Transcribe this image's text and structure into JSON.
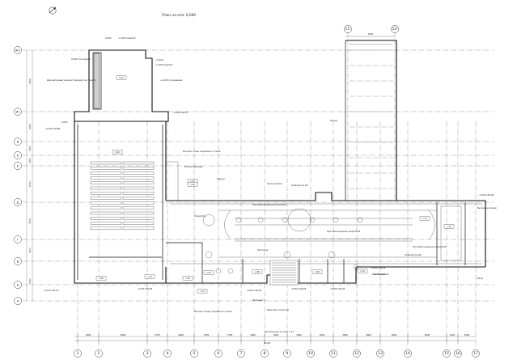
{
  "title": "План на отм. 0,000",
  "grid": {
    "vertical": [
      "1",
      "2",
      "3",
      "4",
      "5",
      "6",
      "7",
      "8",
      "9",
      "10",
      "11",
      "12",
      "13",
      "14",
      "15",
      "16",
      "17"
    ],
    "top_vertical": [
      "11'",
      "12'"
    ],
    "horizontal": [
      "Ж1",
      "И1",
      "И",
      "К",
      "Е",
      "Д",
      "Г",
      "В",
      "Б",
      "А"
    ]
  },
  "dimensions": {
    "bottom": [
      "3900",
      "6000",
      "2750",
      "4000",
      "3500",
      "3700",
      "3000",
      "3000",
      "3000",
      "3000",
      "3000",
      "3000",
      "3600",
      "5000",
      "1900",
      "2500"
    ],
    "total": "60100",
    "left": [
      "6900",
      "4050",
      "1600",
      "3300",
      "6070",
      "5000",
      "3100",
      "5000"
    ],
    "top_span": "6100"
  },
  "annotations": {
    "level_0": "0,000",
    "parapet_1000": "+1,000 парапет",
    "level_1000_top": "+1,000",
    "parapet_1000b": "+1,000 парапет",
    "level_top_floor": "+1,000 ограждение",
    "roof_note": "0,000 отм.кровли",
    "decor_note": "Декоративный элемент фасада (см. проект)",
    "level_m0200": "-0,200 149,80",
    "level_m0250": "-0,250 149,75",
    "level_m0570": "-0,570 149,43",
    "level_m0150": "-0,150 149,85",
    "level_m0100": "-0,100 149,90",
    "level_m0050": "-0,050 149,95",
    "level_m0060": "-0,060 149,94",
    "level_m0800": "-0,800 149,20",
    "level_m0750": "-0,750 149,25",
    "level_m0450": "-0,450 149,55",
    "ref_0000": "0,000",
    "inv_note": "Монтаж стены подземного этажа",
    "lift_note": "Лестница №3",
    "parking_note": "Пандус",
    "escalator": "Эскалатор",
    "travelator": "Траволатор №1",
    "travelator2": "Траволатор №2",
    "shaft1": "Противопожарная штора EI45",
    "shaft2": "Противопожарная штора EI45",
    "shaft3": "Противопожарная штора EI45",
    "door_note": "Монтаж фасада",
    "exit_note": "Выход на кровлю",
    "stairs_note": "Лестница",
    "lobby_note": "Вход",
    "fragment1": "Фрагмент 1",
    "fragment_plan": "Фрагмент плана (1)",
    "ref_bottom": "Монтаж опоры подземного этажа",
    "footer_label": "Экспликация по осям 1-17",
    "facade_note": "Фасад",
    "vent_note": "Вентиляция"
  },
  "rooms": [
    "1.01",
    "1.02",
    "1.03",
    "1.04",
    "1.05",
    "1.06",
    "1.07",
    "1.08",
    "1.09",
    "1.10",
    "1.11",
    "1.12",
    "1.13",
    "1.14"
  ],
  "colors": {
    "line": "#111111",
    "fill": "#cfcfcf",
    "paper": "#ffffff"
  }
}
